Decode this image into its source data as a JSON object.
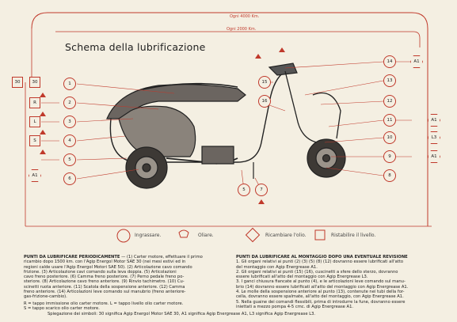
{
  "title": "Schema della lubrificazione",
  "intervals": {
    "top": "Ogni 4000 Km.",
    "second": "Ogni 2000 Km."
  },
  "left_markers": [
    "30",
    "30",
    "R",
    "L",
    "S",
    "A1",
    "1",
    "2",
    "3",
    "4",
    "5",
    "6"
  ],
  "right_markers": [
    "14",
    "A1",
    "15",
    "13",
    "16",
    "12",
    "11",
    "A1",
    "10",
    "L3",
    "9",
    "A1",
    "8",
    "7",
    "5"
  ],
  "legend": {
    "ingrassare": "Ingrassare.",
    "oliare": "Oliare.",
    "ricambiare": "Ricambiare l'olio.",
    "ristabilire": "Ristabilire il livello."
  },
  "left_text": {
    "heading": "PUNTI DA LUBRIFICARE PERIODICAMENTE",
    "lines": [
      "— (1) Carter motore, effettuare il primo",
      "ricambio dopo 1500 km. con l'Agip Energol Motor SAE 30 (nei mesi estivi ed in",
      "regioni calde usare l'Agip Energol Motori SAE 50). (2) Articolazione cavo comando",
      "frizione. (3) Articolazione cavi comando sulla leva doppia. (5) Articolazioni",
      "cavo freno posteriore. (6) Camma freno posteriore. (7) Perno pedale freno po-",
      "steriore. (8) Articolazione cavo freno anteriore. (9) Rinvio tachimetro. (10) Cu-",
      "scinetti ruota anteriore. (11) Scatola della sospensione anteriore. (12) Camma",
      "freno anteriore. (14) Articolazioni leve comando sul manubrio (freno anteriore-",
      "gas-frizione-cambio)."
    ],
    "notes": [
      "R = tappo immissione olio carter motore. L = tappo livello olio carter motore.",
      "S = tappo scarico olio carter motore."
    ]
  },
  "right_text": {
    "heading": "PUNTI DA LUBRIFICARE AL MONTAGGIO DOPO UNA EVENTUALE REVISIONE",
    "lines": [
      "1. Gli organi relativi ai punti (2) (3) (5) (8) (12) dovranno essere lubrificati all'atto",
      "del montaggio con Agip Energrease A1.",
      "2. Gli organi relativi ai punti (15) (16), cuscinetti a sfere dello sterzo, dovranno",
      "essere lubrificati all'atto del montaggio con Agip Energrease L3.",
      "3. I ganci chiusura fiancate al punto (4), e le articolazioni leve comando sul manu-",
      "brio (14) dovranno essere lubrificati all'atto del montaggio con Agip Energrease A1.",
      "4. Le molle della sospensione anteriore al punto (13), contenute nei tubi della for-",
      "cella, dovranno essere spalmate, all'atto del montaggio, con Agip Energrease A1.",
      "5. Nella guaine dei comandi flessibili, prima di introdurre la fune, dovranno essere",
      "iniettati a mezzo pompa 4-5 cmc. di Agip Energrease A1."
    ]
  },
  "footer": "Spiegazione dei simboli: 30 significa Agip Energol Motor SAE 30, A1 significa Agip Energrease A1, L3 significa Agip Energrease L3.",
  "colors": {
    "accent": "#c0392b",
    "line": "#c0392b",
    "ink": "#222222",
    "background": "#f4efe2"
  }
}
